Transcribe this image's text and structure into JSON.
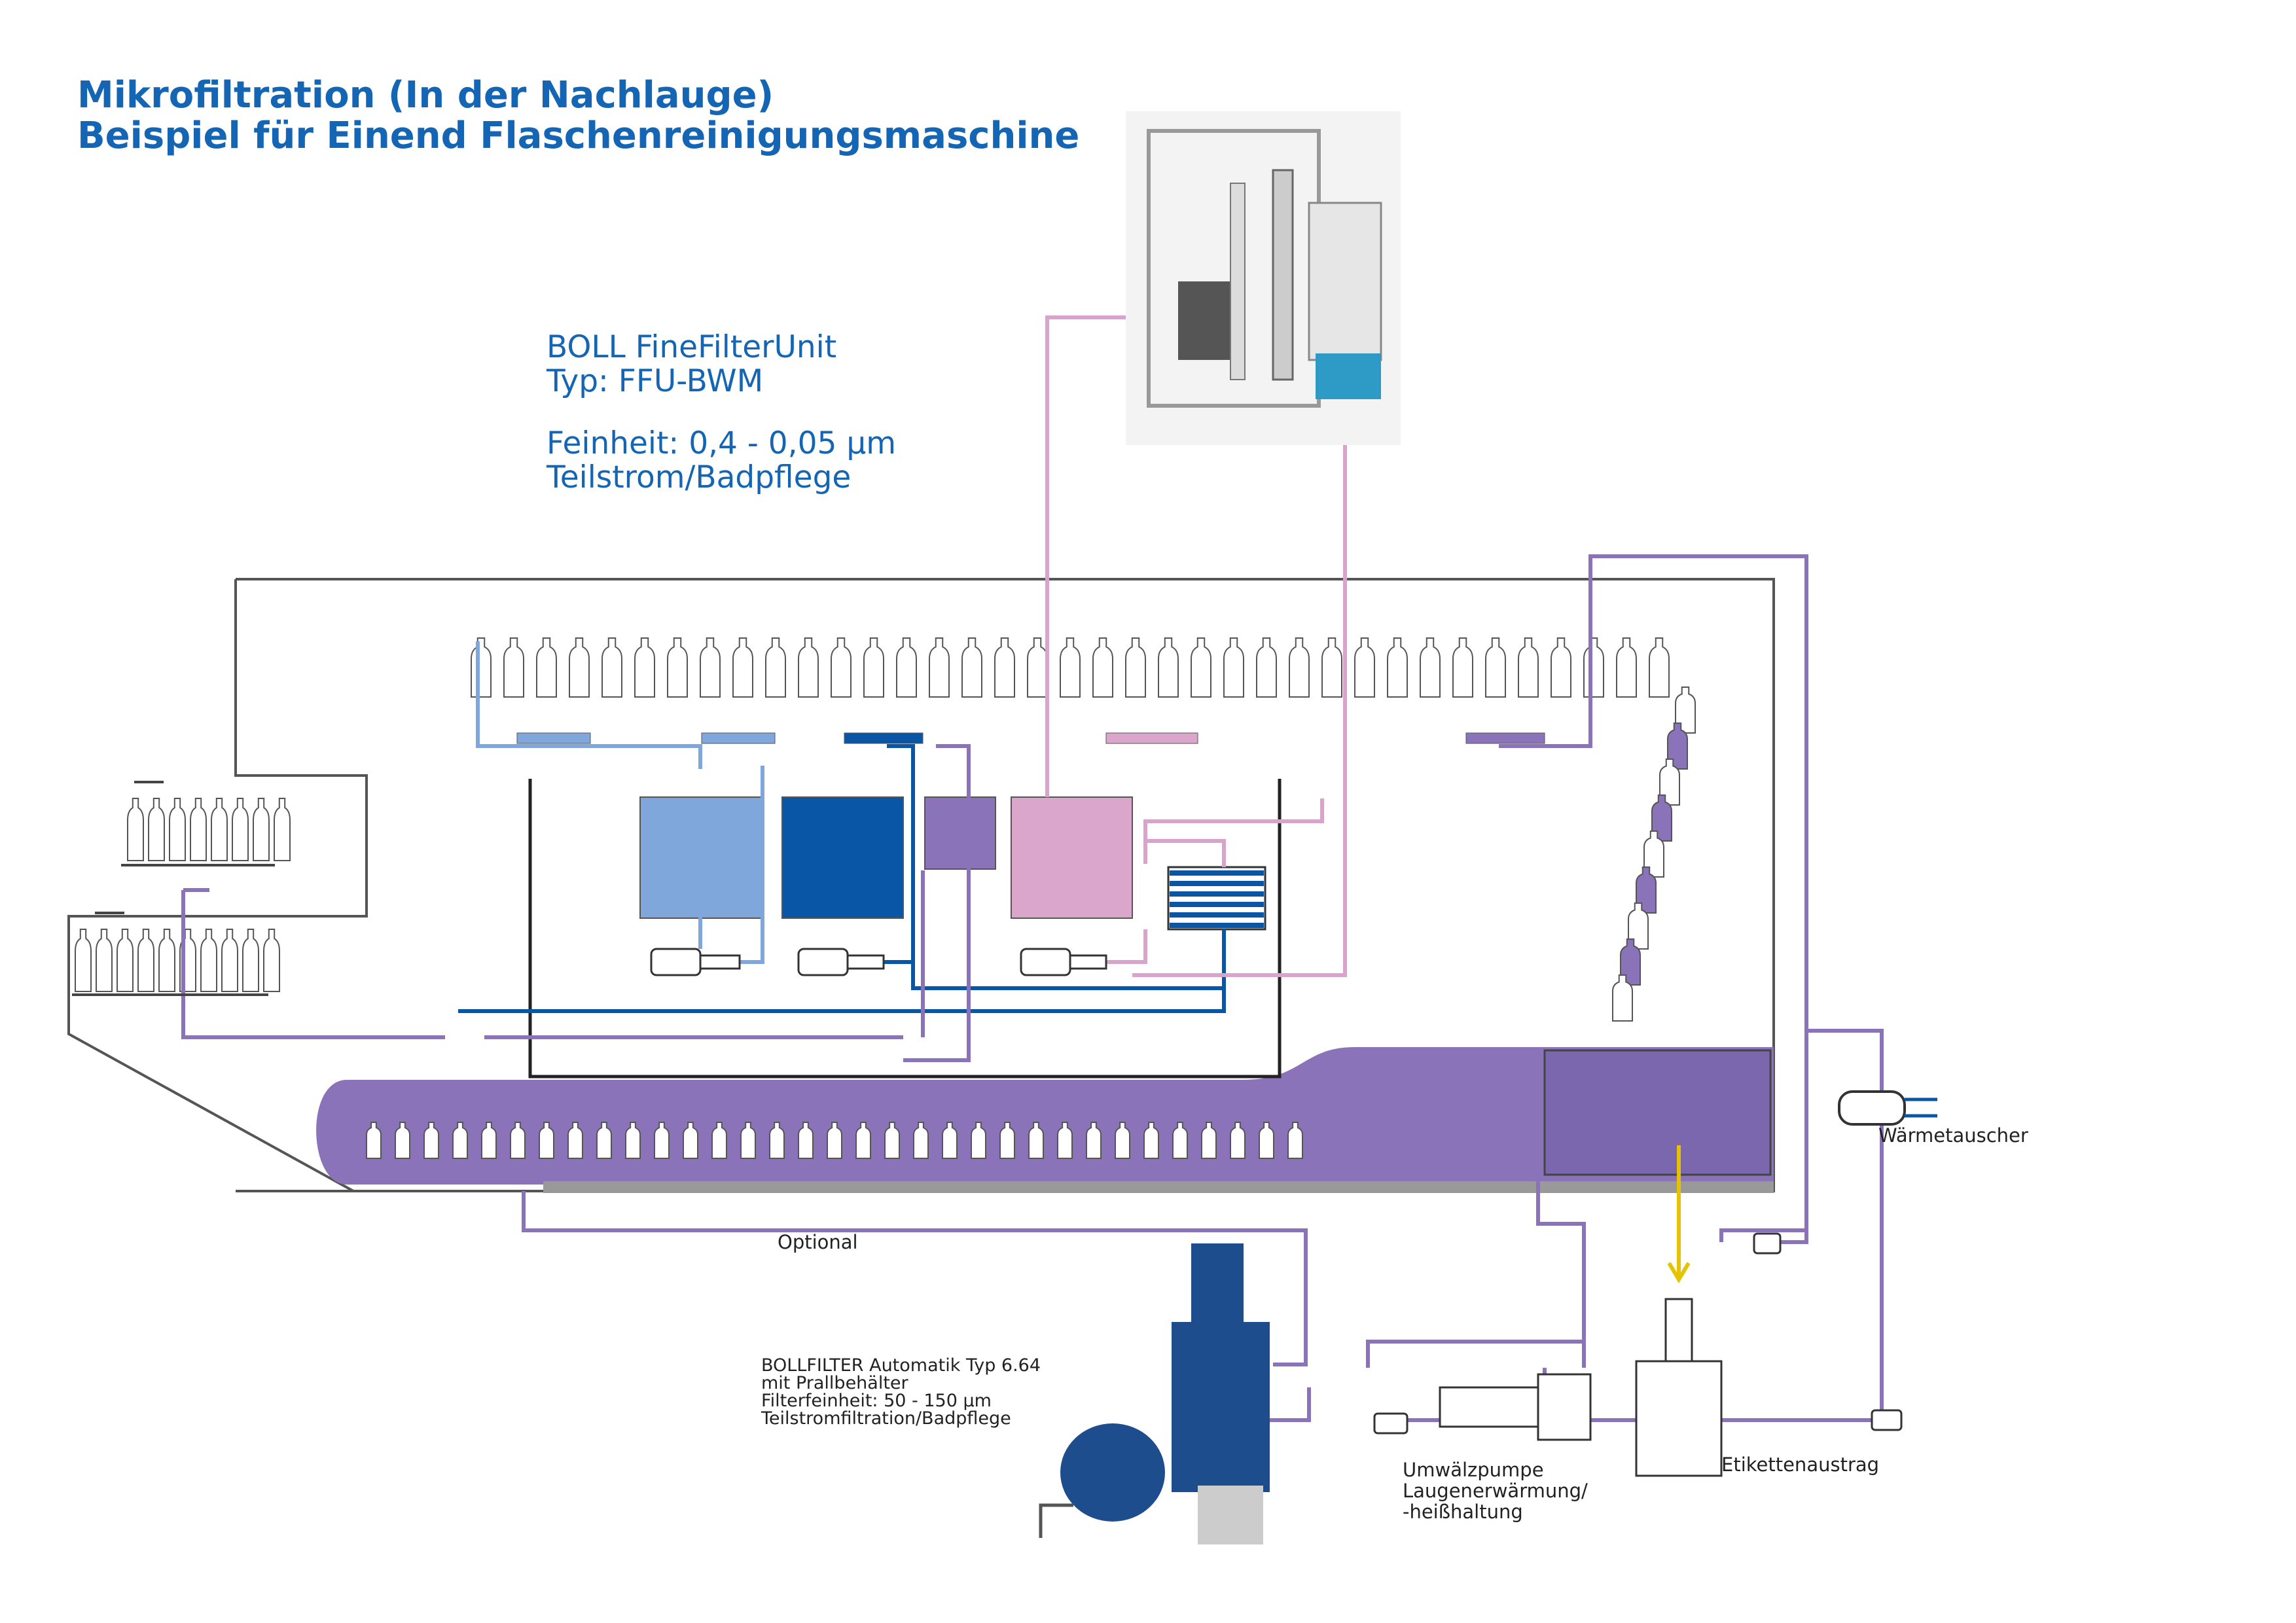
{
  "title": {
    "line1": "Mikrofiltration (In der Nachlauge)",
    "line2": "Beispiel für Einend Flaschenreinigungsmaschine"
  },
  "fine_filter_unit": {
    "name": "BOLL FineFilterUnit",
    "type": "Typ: FFU-BWM",
    "fineness": "Feinheit: 0,4 - 0,05 µm",
    "mode": "Teilstrom/Badpflege"
  },
  "bollfilter": {
    "line1": "BOLLFILTER Automatik Typ 6.64",
    "line2": "mit Prallbehälter",
    "line3": "Filterfeinheit: 50 - 150 µm",
    "line4": "Teilstromfiltration/Badpflege"
  },
  "labels": {
    "optional": "Optional",
    "heat_exchanger": "Wärmetauscher",
    "label_discharge": "Etikettenaustrag",
    "pump_line1": "Umwälzpumpe",
    "pump_line2": "Laugenerwärmung/",
    "pump_line3": "-heißhaltung"
  },
  "colors": {
    "title_blue": "#1565b5",
    "light_blue": "#7fa7db",
    "dark_blue": "#0a56a6",
    "purple": "#8a73b9",
    "pink": "#d9a4cb",
    "yellow": "#e6c300",
    "grey": "#999999"
  }
}
